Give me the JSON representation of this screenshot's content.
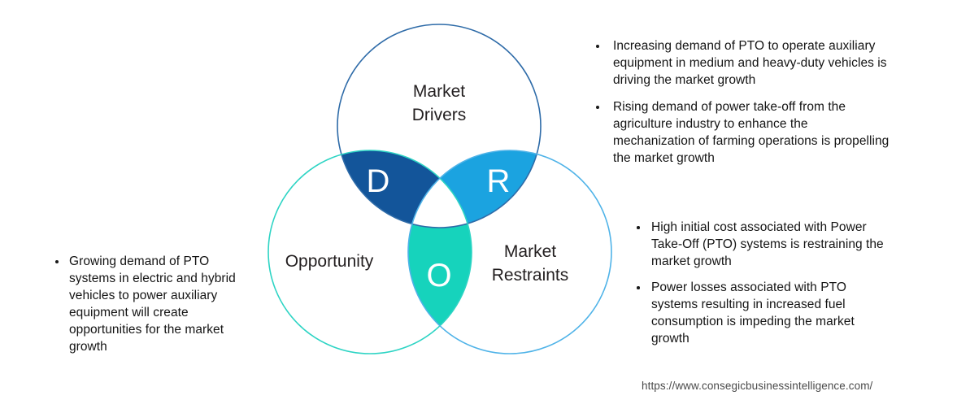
{
  "diagram": {
    "type": "venn-3-circle",
    "title_implicit": "Market DRO Analysis",
    "circles": [
      {
        "id": "drivers",
        "label_line1": "Market",
        "label_line2": "Drivers",
        "stroke": "#2E6BA8"
      },
      {
        "id": "opportunity",
        "label_line1": "Opportunity",
        "label_line2": "",
        "stroke": "#2DD4C4"
      },
      {
        "id": "restraints",
        "label_line1": "Market",
        "label_line2": "Restraints",
        "stroke": "#4FB3E8"
      }
    ],
    "lenses": [
      {
        "id": "lens-d",
        "letter": "D",
        "color": "#13559A",
        "meaning": "Drivers"
      },
      {
        "id": "lens-r",
        "letter": "R",
        "color": "#1BA3E0",
        "meaning": "Restraints"
      },
      {
        "id": "lens-o",
        "letter": "O",
        "color": "#16D3BC",
        "meaning": "Opportunity"
      }
    ]
  },
  "opportunity_block": {
    "bullets": [
      "Growing demand of PTO systems in electric and hybrid vehicles to power auxiliary equipment will create opportunities for the market growth"
    ]
  },
  "drivers_block": {
    "bullets": [
      "Increasing demand of PTO to operate auxiliary equipment in medium and heavy-duty vehicles is driving the market growth",
      "Rising demand of power take-off from the agriculture industry to enhance the mechanization of farming operations is propelling the market growth"
    ]
  },
  "restraints_block": {
    "bullets": [
      "High initial cost associated with Power Take-Off (PTO) systems is restraining the market growth",
      "Power losses associated with PTO systems resulting in increased fuel consumption is impeding the market growth"
    ]
  },
  "footer": {
    "source_url": "https://www.consegicbusinessintelligence.com/"
  }
}
